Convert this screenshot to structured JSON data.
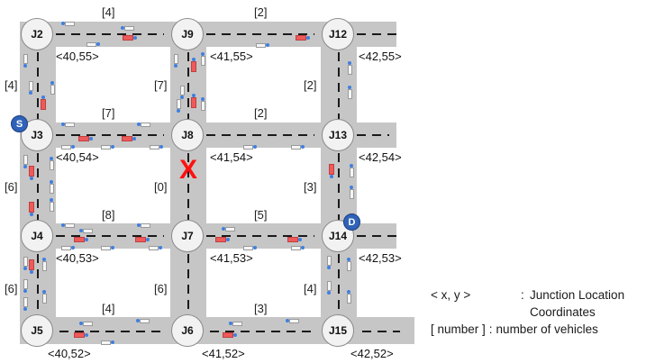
{
  "junctions": [
    {
      "id": "J2",
      "coord": "<40,55>"
    },
    {
      "id": "J9",
      "coord": "<41,55>"
    },
    {
      "id": "J12",
      "coord": "<42,55>"
    },
    {
      "id": "J3",
      "coord": "<40,54>"
    },
    {
      "id": "J8",
      "coord": "<41,54>"
    },
    {
      "id": "J13",
      "coord": "<42,54>"
    },
    {
      "id": "J4",
      "coord": "<40,53>"
    },
    {
      "id": "J7",
      "coord": "<41,53>"
    },
    {
      "id": "J14",
      "coord": "<42,53>"
    },
    {
      "id": "J5",
      "coord": "<40,52>"
    },
    {
      "id": "J6",
      "coord": "<41,52>"
    },
    {
      "id": "J15",
      "coord": "<42,52>"
    }
  ],
  "road_counts": {
    "J2_J9": "[4]",
    "J9_J12": "[2]",
    "J2_J3": "[4]",
    "J9_J8": "[7]",
    "J12_J13": "[2]",
    "J3_J8": "[7]",
    "J8_J13": "[2]",
    "J3_J4": "[6]",
    "J8_J7": "[0]",
    "J13_J14": "[3]",
    "J4_J7": "[8]",
    "J7_J14": "[5]",
    "J4_J5": "[6]",
    "J7_J6": "[6]",
    "J14_J15": "[4]",
    "J5_J6": "[4]",
    "J6_J15": "[3]"
  },
  "markers": {
    "source": {
      "label": "S",
      "junction": "J3"
    },
    "destination": {
      "label": "D",
      "junction": "J14"
    },
    "blocked_road": {
      "label": "X",
      "road": "J8_J7"
    }
  },
  "legend": {
    "coord_key": "< x, y >",
    "coord_sep": ":",
    "coord_desc_1": "Junction Location",
    "coord_desc_2": "Coordinates",
    "count_key": "[ number ]",
    "count_sep": ":",
    "count_desc": "number of vehicles"
  },
  "colors": {
    "road": "#c6c6c6",
    "junction_fill": "#f2f2f2",
    "badge": "#2f62b8",
    "blocked_mark": "#ff1010",
    "vehicle_highlight": "#ee5a5a",
    "vehicle_light": "#3f7fe0"
  }
}
